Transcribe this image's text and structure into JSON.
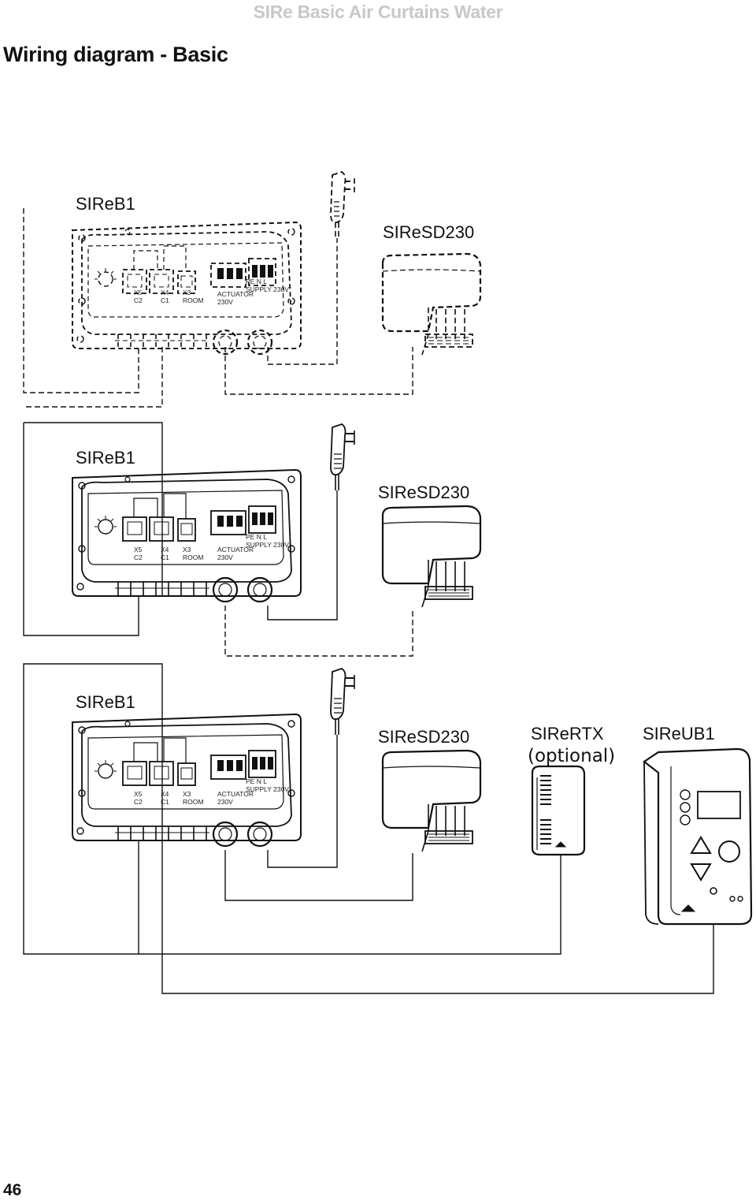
{
  "header": {
    "title": "SIRe Basic Air Curtains Water"
  },
  "page": {
    "title": "Wiring diagram - Basic",
    "number": "46"
  },
  "diagrams": [
    {
      "controller": "SIReB1",
      "actuator": "SIReSD230",
      "style": "dashed"
    },
    {
      "controller": "SIReB1",
      "actuator": "SIReSD230",
      "style": "solid"
    },
    {
      "controller": "SIReB1",
      "actuator": "SIReSD230",
      "sensor": "SIReRTX",
      "sensor_note": "(optional)",
      "user_unit": "SIReUB1",
      "style": "solid"
    }
  ],
  "board_labels": {
    "x5": "X5",
    "c2": "C2",
    "x4": "X4",
    "c1": "C1",
    "x3": "X3",
    "room": "ROOM",
    "actuator": "ACTUATOR",
    "v230": "230V",
    "pe_n_l": "PE N  L",
    "supply": "SUPPLY 230V"
  }
}
